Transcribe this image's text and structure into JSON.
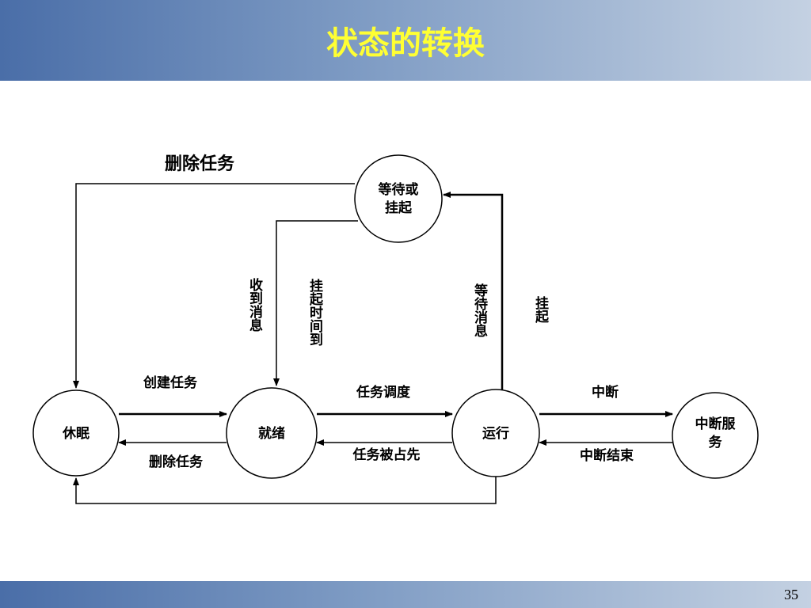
{
  "slide": {
    "title": "状态的转换",
    "page_number": "35",
    "title_color": "#ffff33",
    "bar_colors": [
      "#4a6ea8",
      "#7f9cc4",
      "#c4d1e2"
    ]
  },
  "diagram": {
    "nodes": {
      "sleep": {
        "lines": [
          "休眠"
        ]
      },
      "ready": {
        "lines": [
          "就绪"
        ]
      },
      "running": {
        "lines": [
          "运行"
        ]
      },
      "interrupt": {
        "lines": [
          "中断服",
          "务"
        ]
      },
      "waiting": {
        "lines": [
          "等待或",
          "挂起"
        ]
      }
    },
    "edges": {
      "create_task": "创建任务",
      "delete_task_ready_to_sleep": "删除任务",
      "delete_task_top": "删除任务",
      "task_schedule": "任务调度",
      "task_preempted": "任务被占先",
      "interrupt": "中断",
      "interrupt_end": "中断结束",
      "msg_received": "收到消息",
      "suspend_timeout": "挂起时间到",
      "wait_msg": "等待消息",
      "suspend": "挂起"
    }
  }
}
